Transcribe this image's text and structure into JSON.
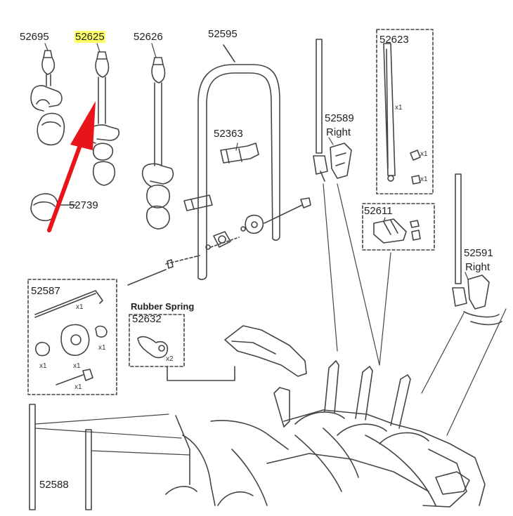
{
  "parts": {
    "p52695": "52695",
    "p52625": "52625",
    "p52626": "52626",
    "p52595": "52595",
    "p52623": "52623",
    "p52589": "52589",
    "p52589_side": "Right",
    "p52363": "52363",
    "p52739": "52739",
    "p52611": "52611",
    "p52591": "52591",
    "p52591_side": "Right",
    "p52587": "52587",
    "p52632": "52632",
    "p52632_title": "Rubber Spring",
    "p52588": "52588"
  },
  "qty": {
    "x1": "x1",
    "x2": "x2"
  },
  "colors": {
    "line": "#444444",
    "highlight": "#ffff66",
    "arrow": "#e8141a"
  }
}
